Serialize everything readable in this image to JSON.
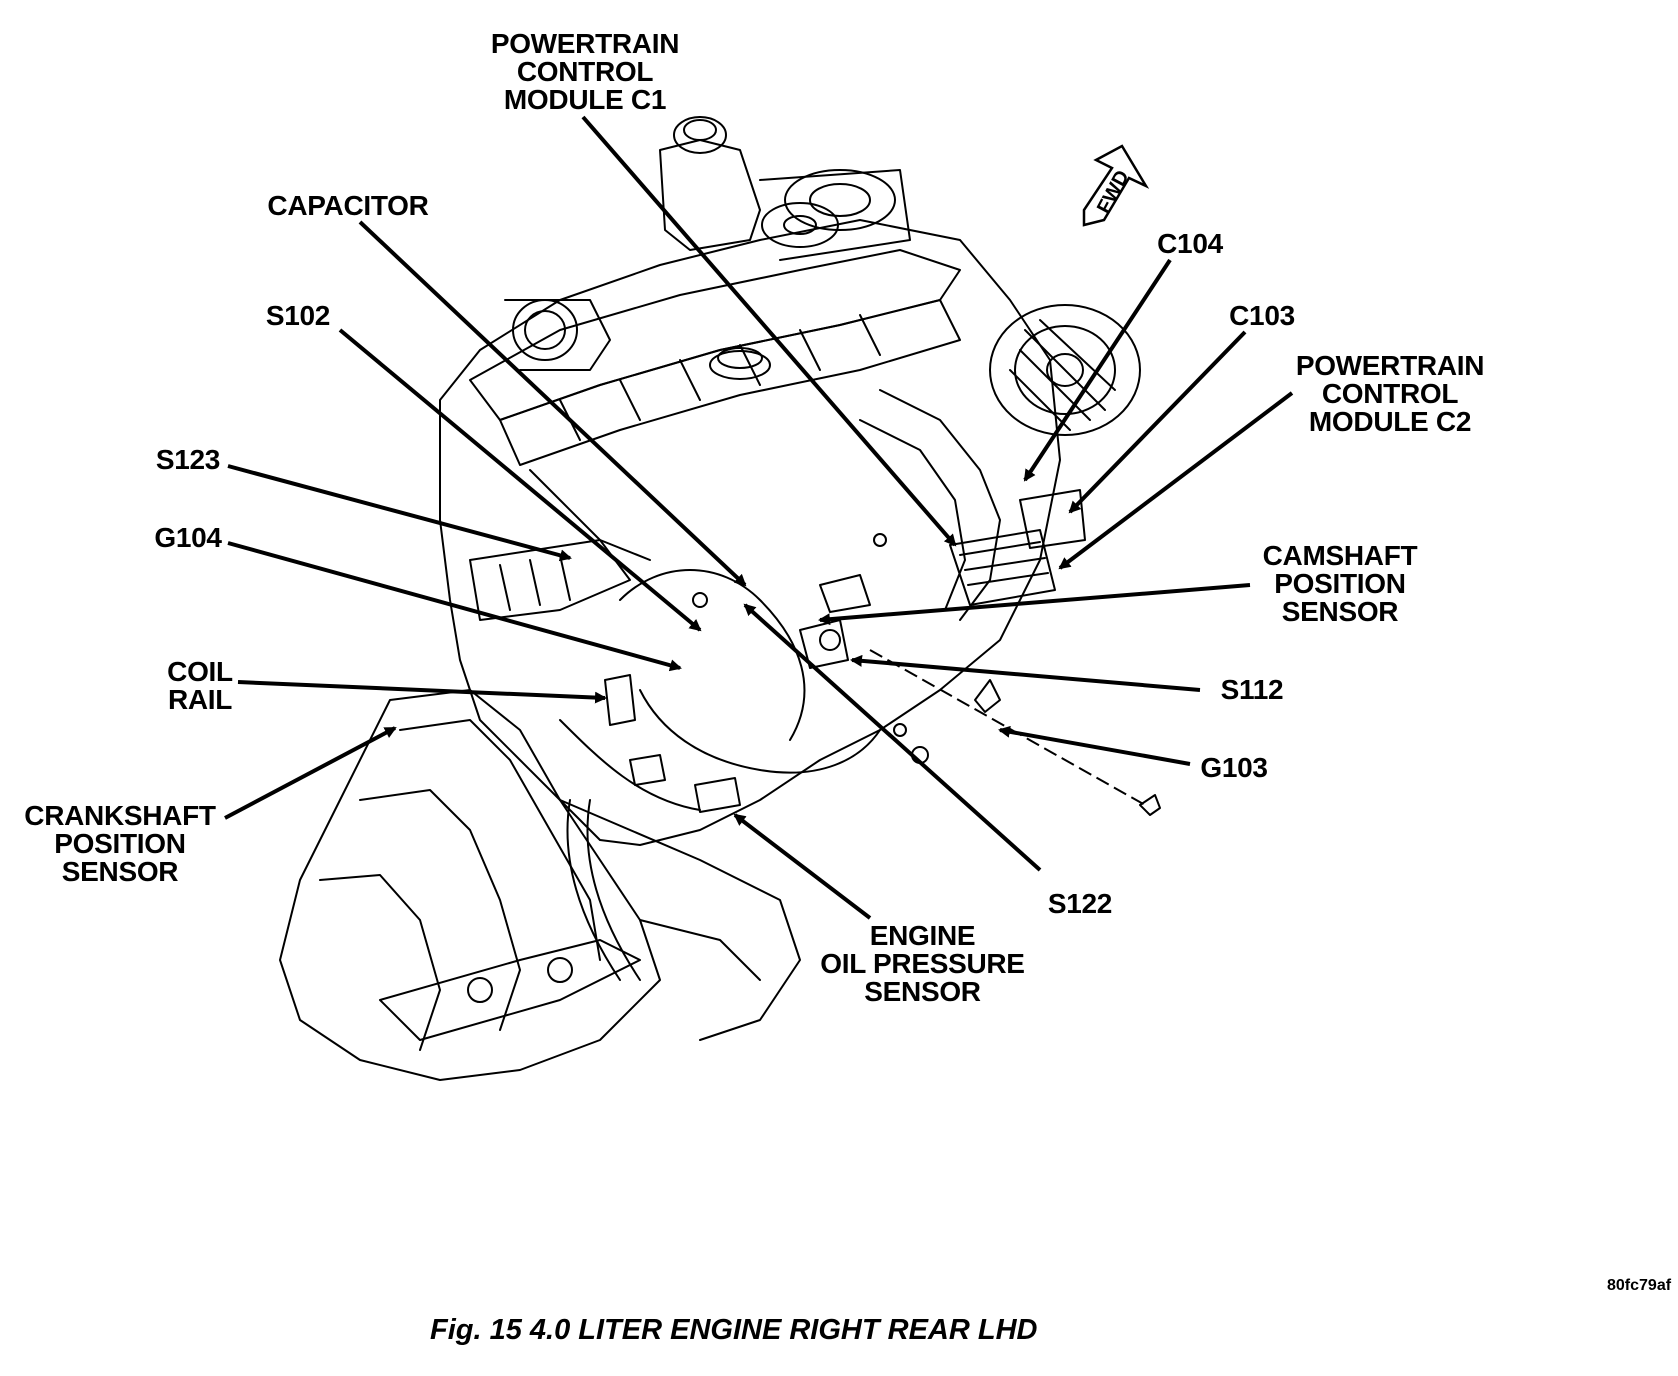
{
  "figure": {
    "caption": "Fig. 15 4.0 LITER ENGINE RIGHT REAR LHD",
    "ref_code": "80fc79af",
    "direction_label": "FWD"
  },
  "callouts": {
    "pcm_c1": [
      "POWERTRAIN",
      "CONTROL",
      "MODULE C1"
    ],
    "capacitor": [
      "CAPACITOR"
    ],
    "s102": [
      "S102"
    ],
    "s123": [
      "S123"
    ],
    "g104": [
      "G104"
    ],
    "coil_rail": [
      "COIL",
      "RAIL"
    ],
    "crankshaft": [
      "CRANKSHAFT",
      "POSITION",
      "SENSOR"
    ],
    "c104": [
      "C104"
    ],
    "c103": [
      "C103"
    ],
    "pcm_c2": [
      "POWERTRAIN",
      "CONTROL",
      "MODULE C2"
    ],
    "camshaft": [
      "CAMSHAFT",
      "POSITION",
      "SENSOR"
    ],
    "s112": [
      "S112"
    ],
    "g103": [
      "G103"
    ],
    "s122": [
      "S122"
    ],
    "oil_pressure": [
      "ENGINE",
      "OIL PRESSURE",
      "SENSOR"
    ]
  }
}
